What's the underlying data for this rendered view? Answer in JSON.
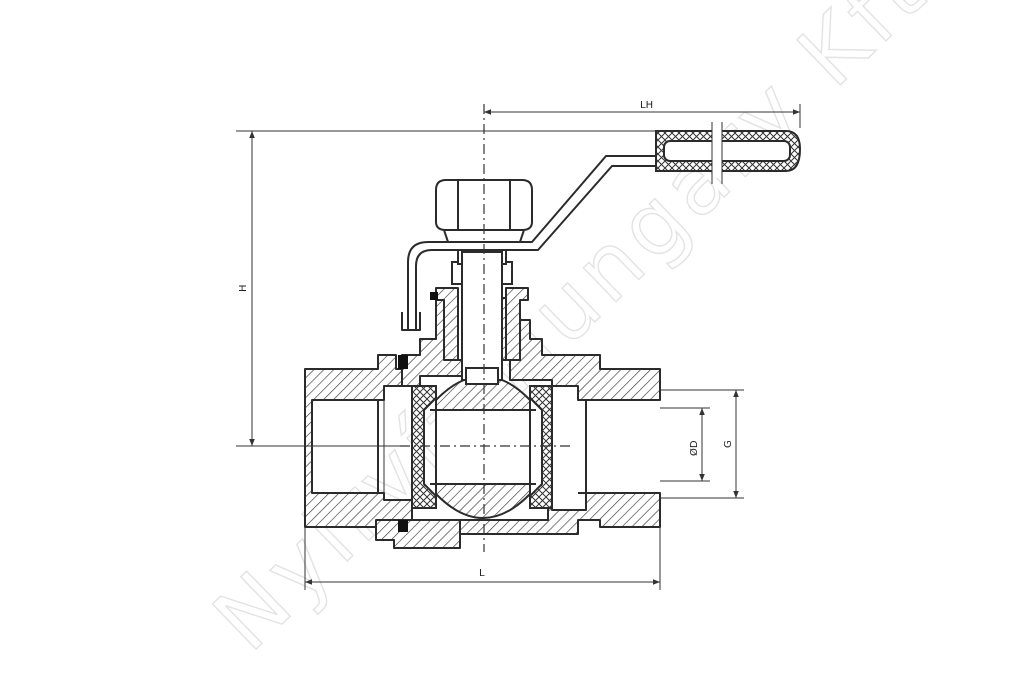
{
  "dimensions": {
    "lever_length": "LH",
    "height": "H",
    "length": "L",
    "bore_diameter": "ØD",
    "thread": "G"
  },
  "watermark": "Nyirvíz Hungary Kft"
}
